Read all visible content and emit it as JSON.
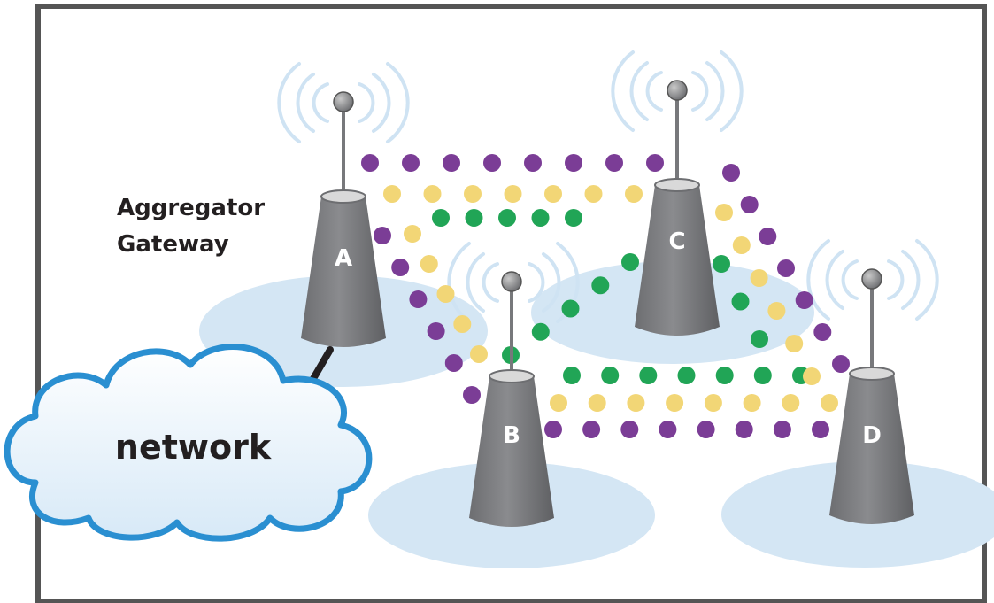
{
  "gateway_label": {
    "line1": "Aggregator",
    "line2": "Gateway"
  },
  "cloud_label": "network",
  "nodes": [
    {
      "id": "A",
      "label": "A"
    },
    {
      "id": "B",
      "label": "B"
    },
    {
      "id": "C",
      "label": "C"
    },
    {
      "id": "D",
      "label": "D"
    }
  ],
  "links": [
    {
      "from": "A",
      "to": "C",
      "color": "purple"
    },
    {
      "from": "A",
      "to": "C",
      "color": "yellow"
    },
    {
      "from": "A",
      "to": "C",
      "color": "green"
    },
    {
      "from": "A",
      "to": "B",
      "color": "purple"
    },
    {
      "from": "A",
      "to": "B",
      "color": "yellow"
    },
    {
      "from": "B",
      "to": "C",
      "color": "green"
    },
    {
      "from": "B",
      "to": "D",
      "color": "purple"
    },
    {
      "from": "B",
      "to": "D",
      "color": "yellow"
    },
    {
      "from": "B",
      "to": "D",
      "color": "green"
    },
    {
      "from": "C",
      "to": "D",
      "color": "purple"
    },
    {
      "from": "C",
      "to": "D",
      "color": "yellow"
    },
    {
      "from": "C",
      "to": "D",
      "color": "green"
    }
  ],
  "colors": {
    "frame": "#555555",
    "tower": "#77787b",
    "tower_top": "#d9d9d9",
    "coverage": "#d4e6f4",
    "signal_waves": "#cfe3f3",
    "cloud_stroke": "#2a8fd1",
    "cloud_fill": "#e3f0fa",
    "purple": "#7b3d96",
    "yellow": "#f2d676",
    "green": "#21a556",
    "link_line": "#231f20"
  }
}
